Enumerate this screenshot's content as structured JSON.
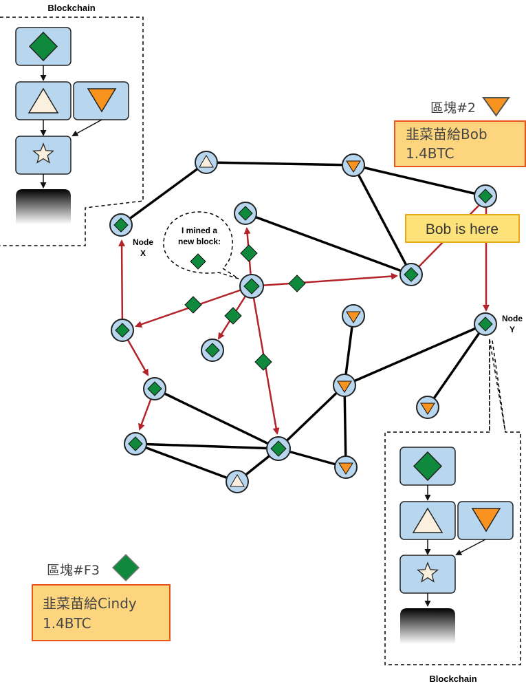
{
  "blockchain_left": {
    "title": "Blockchain"
  },
  "blockchain_right": {
    "title": "Blockchain"
  },
  "node_x": {
    "line1": "Node",
    "line2": "X"
  },
  "node_y": {
    "line1": "Node",
    "line2": "Y"
  },
  "speech": {
    "line1": "I mined a",
    "line2": "new block:"
  },
  "block2": {
    "label": "區塊#2",
    "line1": "韭菜苗給Bob",
    "line2": "1.4BTC"
  },
  "blockF3": {
    "label": "區塊#F3",
    "line1": "韭菜苗給Cindy",
    "line2": "1.4BTC"
  },
  "bob_label": "Bob is here",
  "colors": {
    "node_fill": "#b8d7ee",
    "block_fill": "#b8d7ee",
    "diamond": "#0f8a3c",
    "triangle_orange": "#f7931e",
    "triangle_cream": "#fbf0dd",
    "propagation": "#b3232a",
    "note_orange_fill": "#fdd57e",
    "note_orange_border": "#e8541c",
    "note_yellow_fill": "#fde27a",
    "note_yellow_border": "#e6a817"
  },
  "icons": [
    "diamond-icon",
    "triangle-icon",
    "inverted-triangle-icon",
    "star-icon"
  ]
}
